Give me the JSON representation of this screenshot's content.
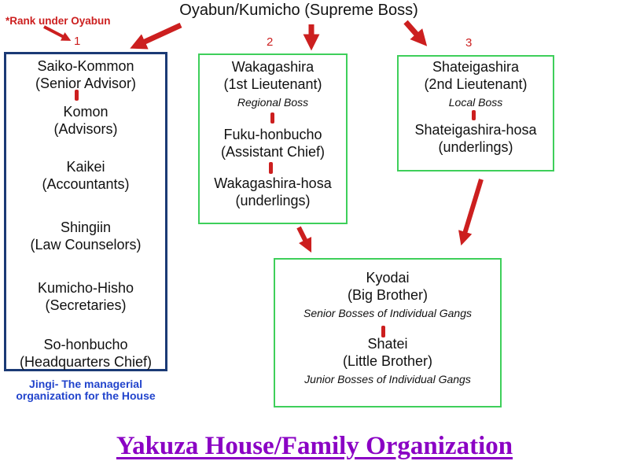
{
  "colors": {
    "accent_red": "#cc1f1f",
    "box_green": "#3ecf5a",
    "box_navy": "#1b3a75",
    "caption_blue": "#2244cc",
    "title_purple": "#8a00c4"
  },
  "header": {
    "supreme_boss": "Oyabun/Kumicho (Supreme Boss)",
    "footnote": "*Rank under Oyabun"
  },
  "branch_numbers": {
    "advisors": "1",
    "wakagashira": "2",
    "shateigashira": "3"
  },
  "advisors_box": {
    "rows": [
      {
        "name": "Saiko-Kommon",
        "role": "(Senior Advisor)"
      },
      {
        "name": "Komon",
        "role": "(Advisors)"
      },
      {
        "name": "Kaikei",
        "role": "(Accountants)"
      },
      {
        "name": "Shingiin",
        "role": "(Law Counselors)"
      },
      {
        "name": "Kumicho-Hisho",
        "role": "(Secretaries)"
      },
      {
        "name": "So-honbucho",
        "role": "(Headquarters Chief)"
      }
    ],
    "caption_line1": "Jingi- The managerial",
    "caption_line2": "organization for the House"
  },
  "wakagashira_box": {
    "head": "Wakagashira",
    "head_role": "(1st Lieutenant)",
    "note": "Regional Boss",
    "deputy": "Fuku-honbucho",
    "deputy_role": "(Assistant Chief)",
    "aide": "Wakagashira-hosa",
    "aide_role": "(underlings)"
  },
  "shateigashira_box": {
    "head": "Shateigashira",
    "head_role": "(2nd Lieutenant)",
    "note": "Local Boss",
    "aide": "Shateigashira-hosa",
    "aide_role": "(underlings)"
  },
  "kyodai_box": {
    "senior": "Kyodai",
    "senior_role": "(Big Brother)",
    "senior_note": "Senior Bosses of Individual Gangs",
    "junior": "Shatei",
    "junior_role": "(Little Brother)",
    "junior_note": "Junior Bosses of Individual Gangs"
  },
  "footer": {
    "title": "Yakuza House/Family Organization"
  }
}
